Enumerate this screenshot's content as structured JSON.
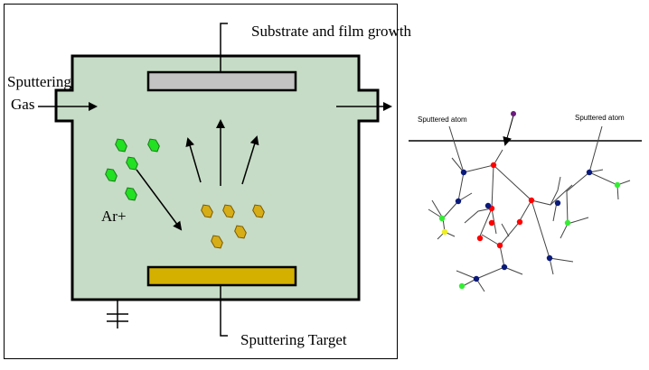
{
  "left_diagram": {
    "labels": {
      "substrate": "Substrate and film growth",
      "gas_line1": "Sputtering",
      "gas_line2": "Gas",
      "ion": "Ar+",
      "target": "Sputtering Target"
    },
    "colors": {
      "chamber_fill": "#c6dcc6",
      "substrate_fill": "#c3c3c3",
      "target_fill": "#d4b000",
      "ar_ion": "#22e022",
      "sputtered_particle": "#d7ad17"
    }
  },
  "right_diagram": {
    "labels": {
      "sputtered_left": "Sputtered atom",
      "sputtered_right": "Sputtered atom"
    },
    "colors": {
      "incident_atom": "#6a1a7a",
      "primary_recoil": "#ff0000",
      "secondary_recoil": "#0a1a7a",
      "escaped_atom": "#33ee33",
      "yellow_atom": "#eeee22"
    }
  }
}
